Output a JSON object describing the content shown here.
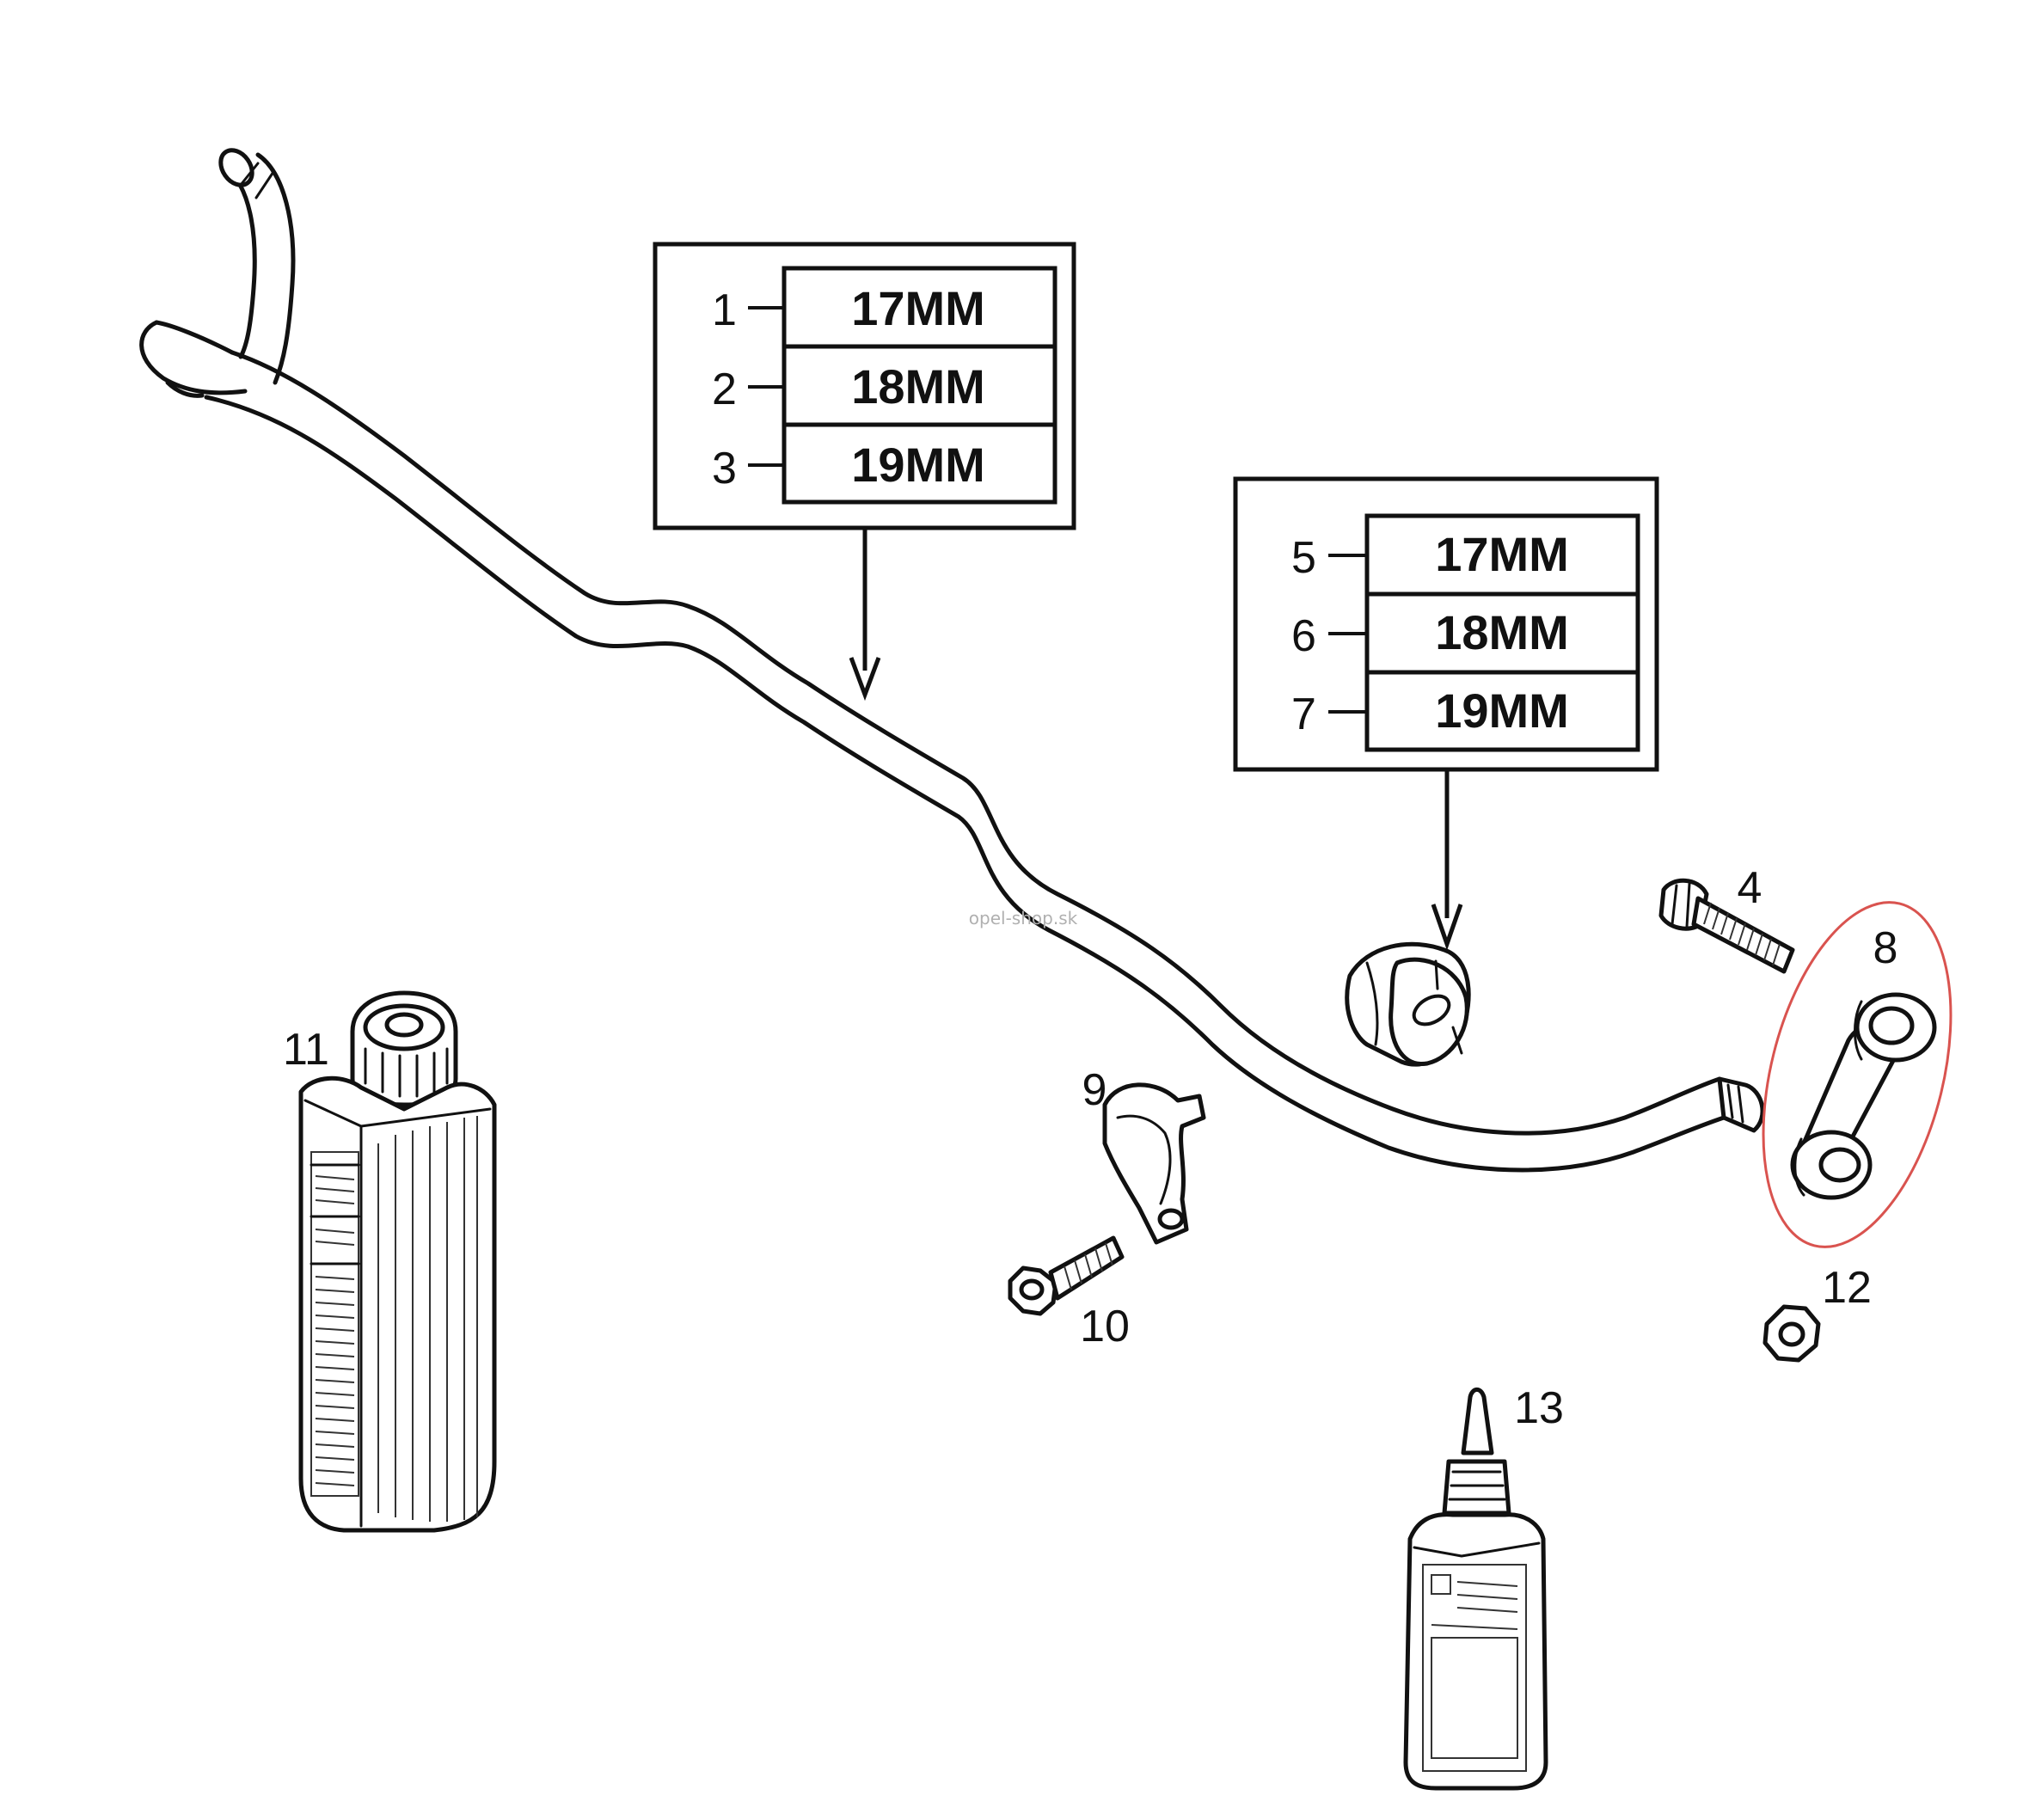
{
  "watermark": "opel-shop.sk",
  "highlight_color": "#d9534f",
  "size_table_upper": {
    "rows": [
      {
        "callout": "1",
        "size": "17MM"
      },
      {
        "callout": "2",
        "size": "18MM"
      },
      {
        "callout": "3",
        "size": "19MM"
      }
    ]
  },
  "size_table_lower": {
    "rows": [
      {
        "callout": "5",
        "size": "17MM"
      },
      {
        "callout": "6",
        "size": "18MM"
      },
      {
        "callout": "7",
        "size": "19MM"
      }
    ]
  },
  "parts": {
    "bolt": {
      "callout": "4",
      "icon": "bolt-icon"
    },
    "link": {
      "callout": "8",
      "icon": "stabilizer-link-icon"
    },
    "clamp": {
      "callout": "9",
      "icon": "clamp-bracket-icon"
    },
    "clamp_bolt": {
      "callout": "10",
      "icon": "flange-bolt-icon"
    },
    "fluid_bottle": {
      "callout": "11",
      "icon": "fluid-bottle-icon"
    },
    "nut": {
      "callout": "12",
      "icon": "nut-icon"
    },
    "lubricant_tube": {
      "callout": "13",
      "icon": "lubricant-bottle-icon"
    }
  }
}
